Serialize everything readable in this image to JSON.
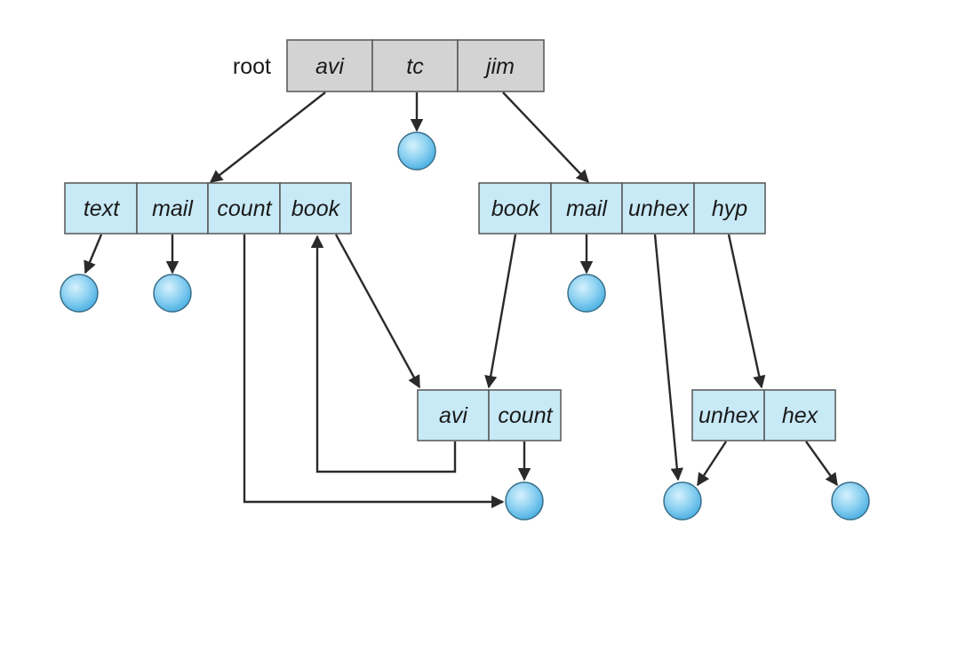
{
  "colors": {
    "root_fill": "#d3d3d3",
    "dir_fill": "#c8e9f6",
    "file_node": "#74c6ee",
    "edge": "#2a2a2a"
  },
  "root_label": "root",
  "directories": {
    "root": [
      "avi",
      "tc",
      "jim"
    ],
    "avi": [
      "text",
      "mail",
      "count",
      "book"
    ],
    "jim": [
      "book",
      "mail",
      "unhex",
      "hyp"
    ],
    "shared": [
      "avi",
      "count"
    ],
    "hyp": [
      "unhex",
      "hex"
    ]
  }
}
